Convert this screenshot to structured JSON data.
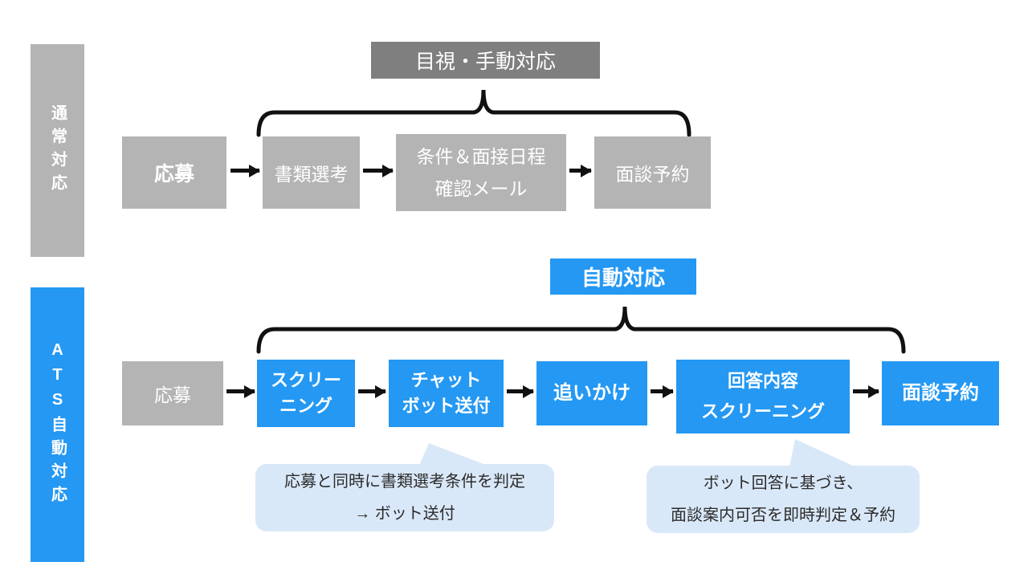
{
  "colors": {
    "accent_blue": "#2498f3",
    "box_gray": "#b4b4b4",
    "header_gray": "#7f7f7f",
    "callout_bg": "#d9e8f8",
    "arrow_black": "#111111"
  },
  "normal_flow": {
    "row_label": "通常対応",
    "bracket_label": "目視・手動対応",
    "steps": [
      {
        "label": "応募"
      },
      {
        "label": "書類選考"
      },
      {
        "label": "条件＆面接日程\n確認メール"
      },
      {
        "label": "面談予約"
      }
    ]
  },
  "ats_flow": {
    "row_label": "ATS自動対応",
    "bracket_label": "自動対応",
    "steps": [
      {
        "label": "応募"
      },
      {
        "label": "スクリー\nニング"
      },
      {
        "label": "チャット\nボット送付"
      },
      {
        "label": "追いかけ"
      },
      {
        "label": "回答内容\nスクリーニング"
      },
      {
        "label": "面談予約"
      }
    ],
    "callouts": [
      {
        "text": "応募と同時に書類選考条件を判定\n→ ボット送付"
      },
      {
        "text": "ボット回答に基づき、\n面談案内可否を即時判定＆予約"
      }
    ]
  }
}
